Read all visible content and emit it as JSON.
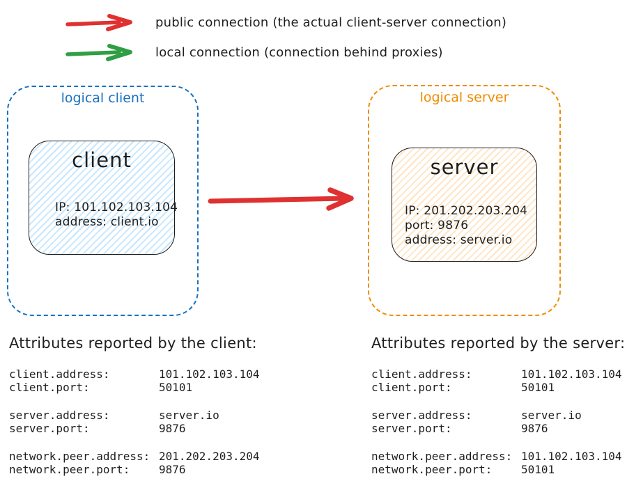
{
  "legend": {
    "items": [
      {
        "icon": "red-arrow",
        "label": "public connection (the actual client-server connection)"
      },
      {
        "icon": "green-arrow",
        "label": "local connection (connection behind proxies)"
      }
    ]
  },
  "colors": {
    "public_connection": "#e03131",
    "local_connection": "#2f9e44",
    "logical_client": "#1971c2",
    "logical_server": "#f08c00",
    "client_fill": "#a5d8ff",
    "server_fill": "#ffd8a8",
    "ink": "#1e1e1e"
  },
  "diagram": {
    "logical_client": {
      "label": "logical client",
      "node": {
        "title": "client",
        "lines": [
          "IP: 101.102.103.104",
          "address: client.io"
        ]
      }
    },
    "logical_server": {
      "label": "logical server",
      "node": {
        "title": "server",
        "lines": [
          "IP: 201.202.203.204",
          "port: 9876",
          "address: server.io"
        ]
      }
    }
  },
  "attributes_client": {
    "title": "Attributes reported by the client:",
    "rows": [
      {
        "key": "client.address:",
        "value": "101.102.103.104"
      },
      {
        "key": "client.port:",
        "value": "50101"
      },
      {
        "key": "server.address:",
        "value": "server.io"
      },
      {
        "key": "server.port:",
        "value": "9876"
      },
      {
        "key": "network.peer.address:",
        "value": "201.202.203.204"
      },
      {
        "key": "network.peer.port:",
        "value": "9876"
      }
    ]
  },
  "attributes_server": {
    "title": "Attributes reported by the server:",
    "rows": [
      {
        "key": "client.address:",
        "value": "101.102.103.104"
      },
      {
        "key": "client.port:",
        "value": "50101"
      },
      {
        "key": "server.address:",
        "value": "server.io"
      },
      {
        "key": "server.port:",
        "value": "9876"
      },
      {
        "key": "network.peer.address:",
        "value": "101.102.103.104"
      },
      {
        "key": "network.peer.port:",
        "value": "50101"
      }
    ]
  }
}
